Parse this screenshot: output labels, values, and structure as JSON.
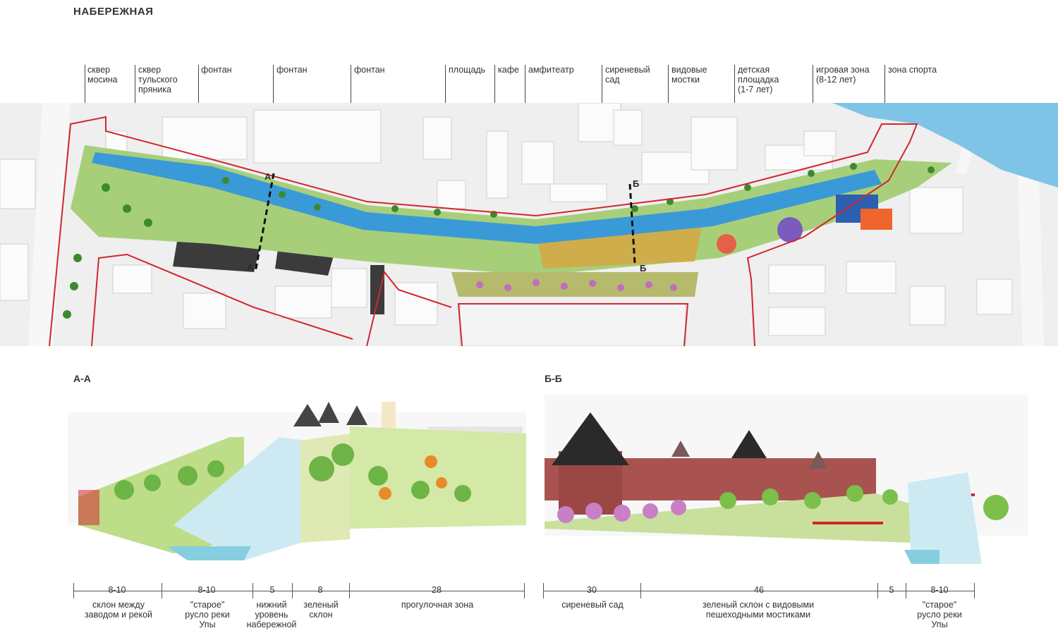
{
  "title": "НАБЕРЕЖНАЯ",
  "colors": {
    "river": "#3a9ad8",
    "river_light": "#bfe3f2",
    "boundary": "#d1262e",
    "green": "#7cbf4a",
    "dark_green": "#3d8a2e",
    "lilac": "#c46bbd",
    "building_grey": "#e9e9e9",
    "dark_block": "#3b3b3b",
    "kremlin_red": "#a85350",
    "tower_roof": "#2a2a2a"
  },
  "plan_callouts": [
    {
      "id": "sq-mosina",
      "text": "сквер\nмосина"
    },
    {
      "id": "sq-pryanik",
      "text": "сквер\nтульского\nпряника"
    },
    {
      "id": "fountain-1",
      "text": "фонтан"
    },
    {
      "id": "fountain-2",
      "text": "фонтан"
    },
    {
      "id": "fountain-3",
      "text": "фонтан"
    },
    {
      "id": "square",
      "text": "площадь"
    },
    {
      "id": "cafe",
      "text": "кафе"
    },
    {
      "id": "amphitheatre",
      "text": "амфитеатр"
    },
    {
      "id": "lilac-garden",
      "text": "сиреневый\nсад"
    },
    {
      "id": "view-bridges",
      "text": "видовые\nмостки"
    },
    {
      "id": "kids-playground",
      "text": "детская\nплощадка\n(1-7 лет)"
    },
    {
      "id": "play-zone",
      "text": "игровая зона\n(8-12 лет)"
    },
    {
      "id": "sport-zone",
      "text": "зона спорта"
    }
  ],
  "section_marks": {
    "a": "А",
    "b": "Б"
  },
  "sections": [
    {
      "title": "А-А",
      "dimensions": [
        {
          "value": "8-10",
          "label": "склон между\nзаводом и рекой"
        },
        {
          "value": "8-10",
          "label": "\"старое\"\nрусло реки\nУпы"
        },
        {
          "value": "5",
          "label": "нижний\nуровень\nнабережной"
        },
        {
          "value": "8",
          "label": "зеленый\nсклон"
        },
        {
          "value": "28",
          "label": "прогулочная зона"
        }
      ]
    },
    {
      "title": "Б-Б",
      "dimensions": [
        {
          "value": "30",
          "label": "сиреневый сад"
        },
        {
          "value": "46",
          "label": "зеленый склон с видовыми\nпешеходными мостиками"
        },
        {
          "value": "5",
          "label": ""
        },
        {
          "value": "8-10",
          "label": "\"старое\"\nрусло реки\nУпы"
        }
      ]
    }
  ]
}
